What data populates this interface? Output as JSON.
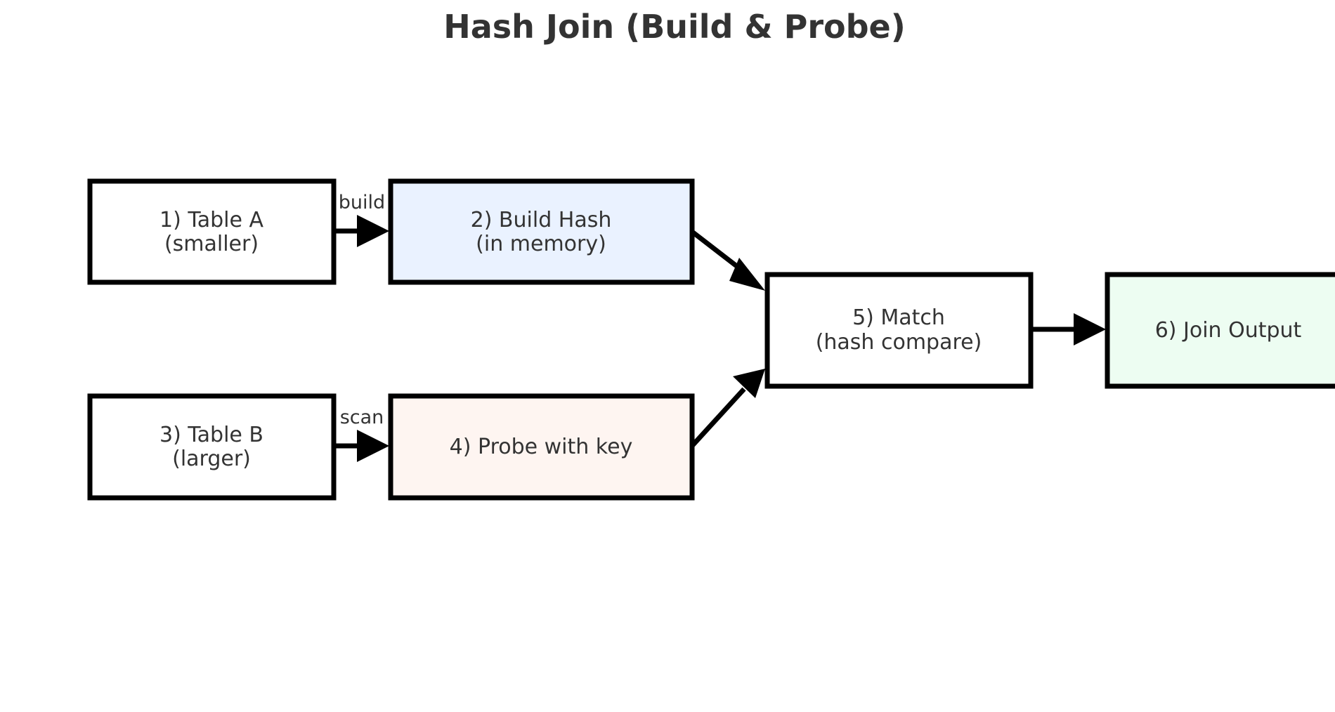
{
  "title": "Hash Join (Build & Probe)",
  "colors": {
    "table_a": "#ffffff",
    "build_hash": "#eaf2ff",
    "table_b": "#ffffff",
    "probe": "#fef5f1",
    "match": "#ffffff",
    "join_output": "#edfdf2",
    "stroke": "#000000",
    "text": "#333333"
  },
  "nodes": {
    "table_a": {
      "line1": "1) Table A",
      "line2": "(smaller)"
    },
    "build_hash": {
      "line1": "2) Build Hash",
      "line2": "(in memory)"
    },
    "table_b": {
      "line1": "3) Table B",
      "line2": "(larger)"
    },
    "probe": {
      "line1": "4) Probe with key"
    },
    "match": {
      "line1": "5) Match",
      "line2": "(hash compare)"
    },
    "join_output": {
      "line1": "6) Join Output"
    }
  },
  "edges": {
    "build_label": "build",
    "scan_label": "scan"
  }
}
